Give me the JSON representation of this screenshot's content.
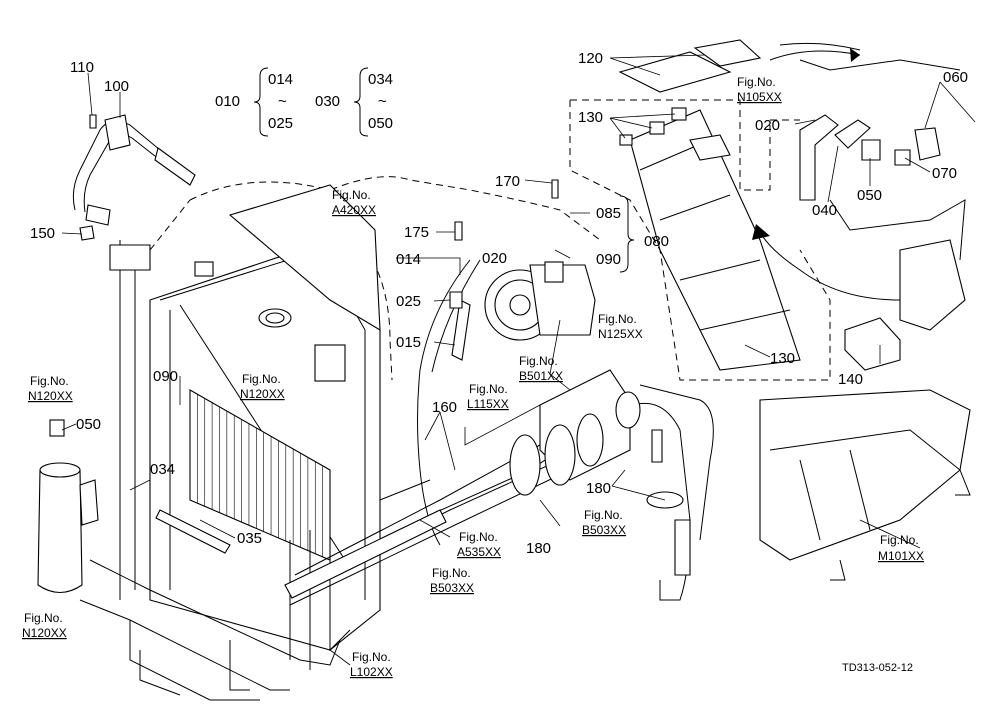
{
  "range_labels": {
    "a_key": "010",
    "a_from": "014",
    "a_to": "025",
    "b_key": "030",
    "b_from": "034",
    "b_to": "050",
    "tilde": "~"
  },
  "part_numbers": {
    "p110": "110",
    "p100": "100",
    "p150": "150",
    "p120": "120",
    "p130a": "130",
    "p130b": "130",
    "p020a": "020",
    "p020b": "020",
    "p060": "060",
    "p050a": "050",
    "p050b": "050",
    "p040": "040",
    "p070": "070",
    "p170": "170",
    "p085": "085",
    "p080": "080",
    "p090a": "090",
    "p175": "175",
    "p014": "014",
    "p025": "025",
    "p015": "015",
    "p090b": "090",
    "p034": "034",
    "p035": "035",
    "p160": "160",
    "p140": "140",
    "p180a": "180",
    "p180b": "180"
  },
  "fig_refs": {
    "prefix": "Fig.No.",
    "n105": "N105XX",
    "a420": "A420XX",
    "n125": "N125XX",
    "b501": "B501XX",
    "n120a": "N120XX",
    "n120b": "N120XX",
    "n120c": "N120XX",
    "l115": "L115XX",
    "a535": "A535XX",
    "b503a": "B503XX",
    "b503b": "B503XX",
    "m101": "M101XX",
    "l102": "L102XX"
  },
  "drawing_code": "TD313-052-12"
}
